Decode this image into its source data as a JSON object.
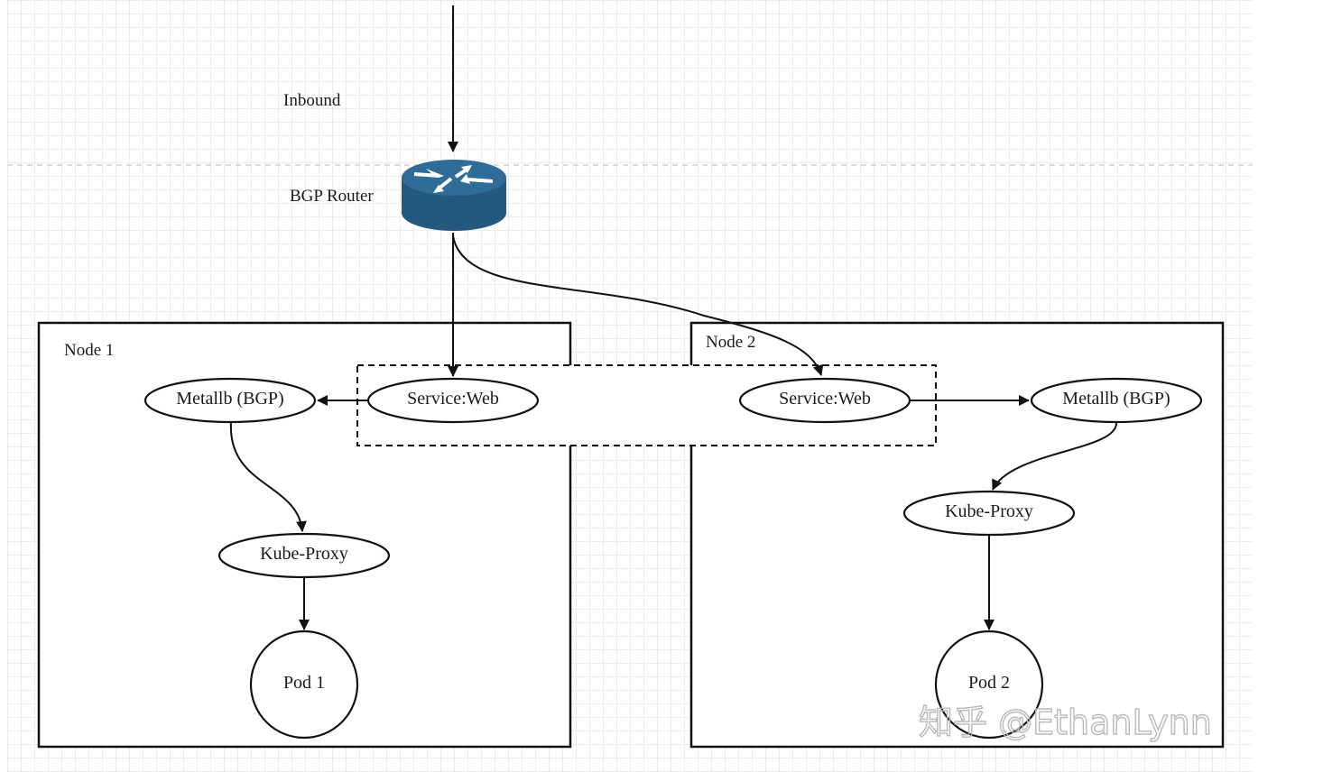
{
  "labels": {
    "inbound": "Inbound",
    "bgp_router": "BGP Router",
    "node1": "Node 1",
    "node2": "Node 2"
  },
  "node1": {
    "service": "Service:Web",
    "metallb": "Metallb (BGP)",
    "kube_proxy": "Kube-Proxy",
    "pod": "Pod 1"
  },
  "node2": {
    "service": "Service:Web",
    "metallb": "Metallb (BGP)",
    "kube_proxy": "Kube-Proxy",
    "pod": "Pod 2"
  },
  "watermark": "知乎 @EthanLynn",
  "colors": {
    "router": "#2f6c98",
    "router_dark": "#24587f",
    "stroke": "#111111"
  },
  "icons": {
    "router": "router-icon"
  }
}
